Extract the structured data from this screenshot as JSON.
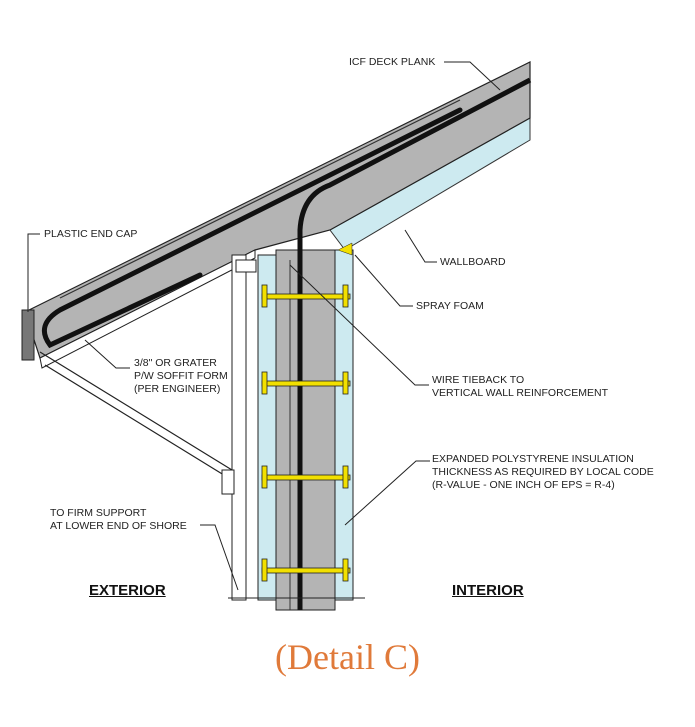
{
  "labels": {
    "deck_plank": "ICF DECK PLANK",
    "end_cap": "PLASTIC END CAP",
    "wallboard": "WALLBOARD",
    "spray_foam": "SPRAY FOAM",
    "soffit": [
      "3/8\" OR GRATER",
      "P/W SOFFIT FORM",
      "(PER ENGINEER)"
    ],
    "tieback": [
      "WIRE TIEBACK TO",
      "VERTICAL WALL REINFORCEMENT"
    ],
    "eps": [
      "EXPANDED POLYSTYRENE INSULATION",
      "THICKNESS AS REQUIRED BY LOCAL CODE",
      "(R-VALUE - ONE INCH OF EPS = R-4)"
    ],
    "support": [
      "TO FIRM SUPPORT",
      "AT LOWER END OF SHORE"
    ],
    "exterior": "EXTERIOR",
    "interior": "INTERIOR"
  },
  "title": "(Detail C)",
  "colors": {
    "concrete": "#b4b4b4",
    "eps": "#cdeaf0",
    "tie": "#f2e000",
    "title": "#e07a3a"
  }
}
